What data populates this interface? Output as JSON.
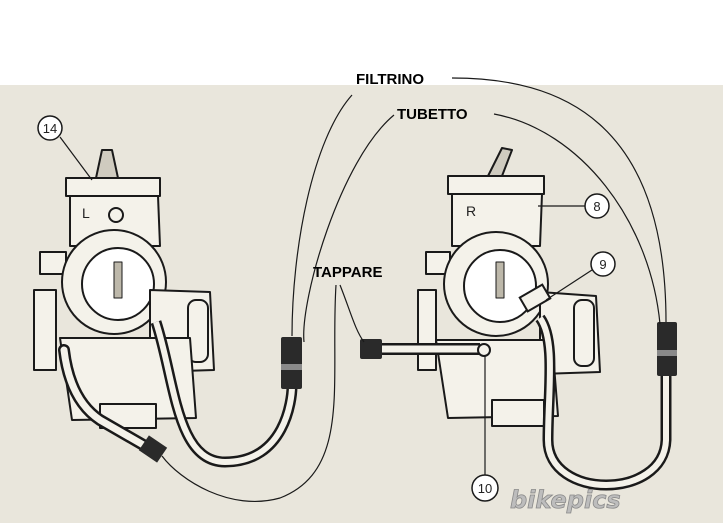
{
  "labels": {
    "filtrino": "FILTRINO",
    "tubetto": "TUBETTO",
    "tappare": "TAPPARE"
  },
  "callouts": {
    "c14": "14",
    "c8": "8",
    "c9": "9",
    "c10": "10"
  },
  "carb_marks": {
    "left": "L",
    "right": "R"
  },
  "watermark": "bikepics",
  "colors": {
    "background": "#ffffff",
    "paper": "#e9e6dc",
    "ink": "#1a1a1a",
    "filter_plug": "#2a2a2a",
    "watermark": "#bdbdbd"
  }
}
